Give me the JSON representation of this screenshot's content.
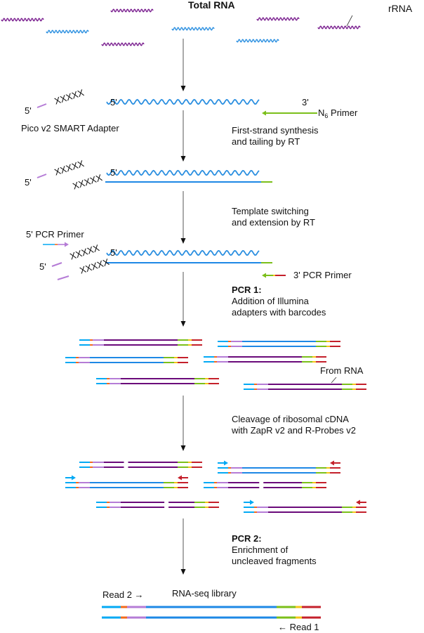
{
  "title": "Total RNA",
  "labels": {
    "rrna": "rRNA",
    "five_prime": "5'",
    "three_prime": "3'",
    "adapter": "Pico v2 SMART Adapter",
    "xxxxx": "XXXXX",
    "n6_primer_prefix": "N",
    "n6_primer_sub": "6",
    "n6_primer_suffix": " Primer",
    "pcr5_primer": "5' PCR Primer",
    "pcr3_primer": "3' PCR Primer",
    "from_rna": "From RNA",
    "library": "RNA-seq library",
    "read2": "Read 2 →",
    "read1": "← Read 1"
  },
  "steps": [
    {
      "line1": "First-strand synthesis",
      "line2": "and tailing by RT"
    },
    {
      "line1": "Template switching",
      "line2": "and extension by RT"
    },
    {
      "title": "PCR 1:",
      "line1": "Addition of Illumina",
      "line2": "adapters with barcodes"
    },
    {
      "line1": "Cleavage of ribosomal cDNA",
      "line2": "with ZapR v2 and R-Probes v2"
    },
    {
      "title": "PCR 2:",
      "line1": "Enrichment of",
      "line2": "uncleaved fragments"
    }
  ],
  "colors": {
    "rna_blue": "#2b8fe0",
    "rrna_purple": "#7a1f8f",
    "strand_blue": "#1e88e5",
    "adapter_cyan": "#03a9f4",
    "barcode_orange": "#f26a1b",
    "smart_lavender": "#b57cd6",
    "insert_purple": "#6a0a7a",
    "n6_green": "#7bbf1a",
    "index_yellow": "#f5c518",
    "illumina_red": "#c4202b",
    "arrow_gray": "#555555"
  }
}
